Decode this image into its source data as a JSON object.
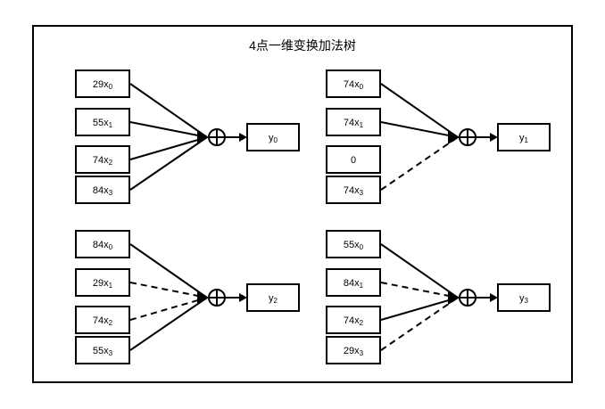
{
  "diagram": {
    "title": "4点一维变换加法树",
    "colors": {
      "stroke": "#000000",
      "fill": "#ffffff",
      "background": "#ffffff"
    },
    "adder_symbol": "plus-in-circle",
    "groups": [
      {
        "id": "group-y0",
        "output_label": "y",
        "output_subscript": "0",
        "inputs": [
          {
            "coeff": "29",
            "var": "x",
            "sub": "0",
            "line": "solid"
          },
          {
            "coeff": "55",
            "var": "x",
            "sub": "1",
            "line": "solid"
          },
          {
            "coeff": "74",
            "var": "x",
            "sub": "2",
            "line": "solid"
          },
          {
            "coeff": "84",
            "var": "x",
            "sub": "3",
            "line": "solid"
          }
        ]
      },
      {
        "id": "group-y1",
        "output_label": "y",
        "output_subscript": "1",
        "inputs": [
          {
            "coeff": "74",
            "var": "x",
            "sub": "0",
            "line": "solid"
          },
          {
            "coeff": "74",
            "var": "x",
            "sub": "1",
            "line": "solid"
          },
          {
            "coeff": "0",
            "var": "",
            "sub": "",
            "line": "none"
          },
          {
            "coeff": "74",
            "var": "x",
            "sub": "3",
            "line": "dashed"
          }
        ]
      },
      {
        "id": "group-y2",
        "output_label": "y",
        "output_subscript": "2",
        "inputs": [
          {
            "coeff": "84",
            "var": "x",
            "sub": "0",
            "line": "solid"
          },
          {
            "coeff": "29",
            "var": "x",
            "sub": "1",
            "line": "dashed"
          },
          {
            "coeff": "74",
            "var": "x",
            "sub": "2",
            "line": "dashed"
          },
          {
            "coeff": "55",
            "var": "x",
            "sub": "3",
            "line": "solid"
          }
        ]
      },
      {
        "id": "group-y3",
        "output_label": "y",
        "output_subscript": "3",
        "inputs": [
          {
            "coeff": "55",
            "var": "x",
            "sub": "0",
            "line": "solid"
          },
          {
            "coeff": "84",
            "var": "x",
            "sub": "1",
            "line": "dashed"
          },
          {
            "coeff": "74",
            "var": "x",
            "sub": "2",
            "line": "solid"
          },
          {
            "coeff": "29",
            "var": "x",
            "sub": "3",
            "line": "dashed"
          }
        ]
      }
    ]
  }
}
